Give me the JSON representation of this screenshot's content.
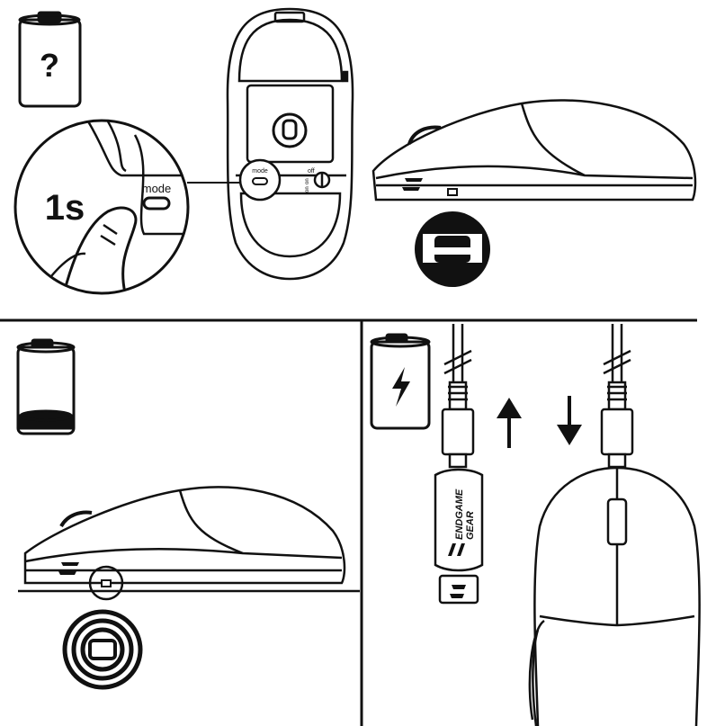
{
  "battery_unknown": {
    "symbol": "?"
  },
  "hold_duration": {
    "label": "1s"
  },
  "mode_button": {
    "label": "mode"
  },
  "mouse_bottom": {
    "mode_label": "mode",
    "switch_labels": [
      "off",
      "on",
      "on"
    ]
  },
  "usb_dongle": {
    "brand_line1": "ENDGAME",
    "brand_line2": "GEAR"
  },
  "colors": {
    "ink": "#111111",
    "paper": "#ffffff"
  }
}
